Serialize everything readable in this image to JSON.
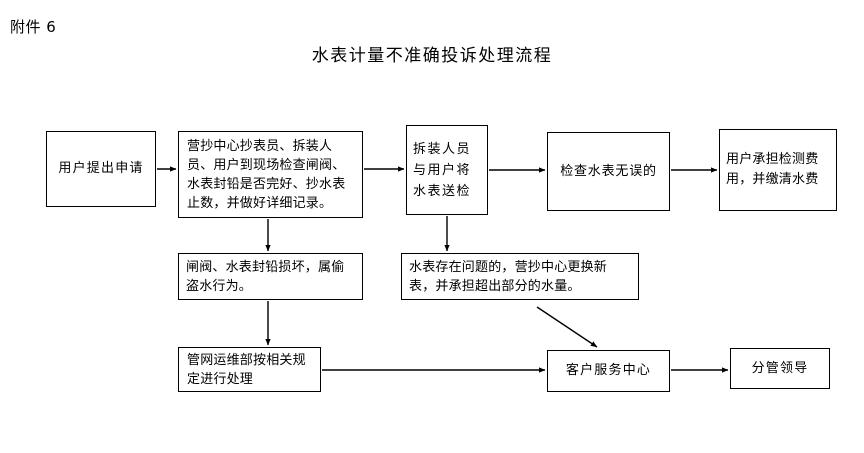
{
  "header": {
    "attachment_label": "附件 6",
    "title": "水表计量不准确投诉处理流程"
  },
  "colors": {
    "page_background": "#ffffff",
    "box_border": "#000000",
    "text": "#000000",
    "connector": "#000000"
  },
  "flowchart": {
    "type": "flowchart",
    "nodes": [
      {
        "id": "apply",
        "label": "用户提出申请"
      },
      {
        "id": "inspect",
        "label": "营抄中心抄表员、拆装人员、用户到现场检查闸阀、水表封铅是否完好、抄水表止数，并做好详细记录。"
      },
      {
        "id": "send",
        "label": "拆装人员与用户将水表送检"
      },
      {
        "id": "nofault",
        "label": "检查水表无误的"
      },
      {
        "id": "userpay",
        "label": "用户承担检测费用，并缴清水费"
      },
      {
        "id": "steal",
        "label": "闸阀、水表封铅损坏，属偷盗水行为。"
      },
      {
        "id": "replace",
        "label": "水表存在问题的，营抄中心更换新表，并承担超出部分的水量。"
      },
      {
        "id": "pipe",
        "label": "管网运维部按相关规定进行处理"
      },
      {
        "id": "service",
        "label": "客户服务中心"
      },
      {
        "id": "leader",
        "label": "分管领导"
      }
    ],
    "edges": [
      {
        "from": "apply",
        "to": "inspect",
        "direction": "right"
      },
      {
        "from": "inspect",
        "to": "send",
        "direction": "right"
      },
      {
        "from": "send",
        "to": "nofault",
        "direction": "right"
      },
      {
        "from": "nofault",
        "to": "userpay",
        "direction": "right"
      },
      {
        "from": "inspect",
        "to": "steal",
        "direction": "down"
      },
      {
        "from": "send",
        "to": "replace",
        "direction": "down"
      },
      {
        "from": "steal",
        "to": "pipe",
        "direction": "down"
      },
      {
        "from": "replace",
        "to": "service",
        "direction": "diagonal-down-right"
      },
      {
        "from": "pipe",
        "to": "service",
        "direction": "right"
      },
      {
        "from": "service",
        "to": "leader",
        "direction": "right"
      }
    ]
  }
}
